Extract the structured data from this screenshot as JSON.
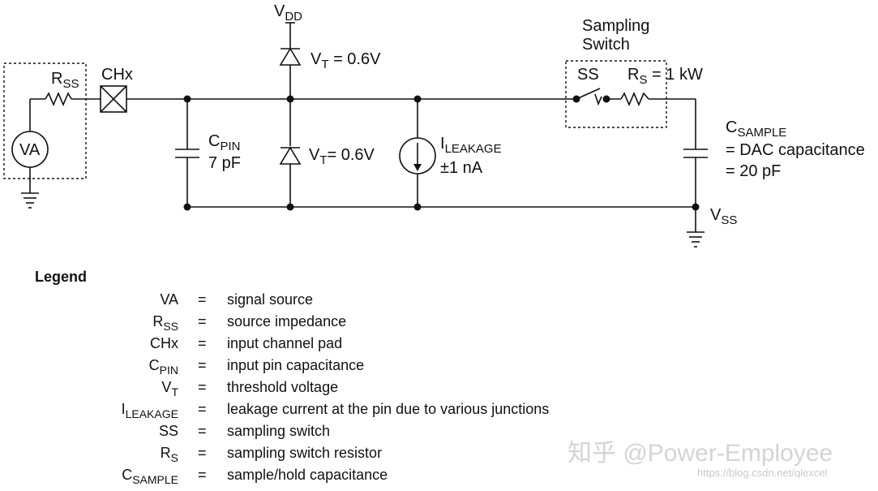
{
  "labels": {
    "vdd_main": "V",
    "vdd_sub": "DD",
    "vt_top_main": "V",
    "vt_top_sub": "T",
    "vt_top_rest": " = 0.6V",
    "vt_bot_main": "V",
    "vt_bot_sub": "T",
    "vt_bot_rest": "= 0.6V",
    "sampling_line1": "Sampling",
    "sampling_line2": "Switch",
    "ss": "SS",
    "rs_main": "R",
    "rs_sub": "S",
    "rs_rest": " = 1 kW",
    "rss_main": "R",
    "rss_sub": "SS",
    "chx": "CHx",
    "va": "VA",
    "cpin_main": "C",
    "cpin_sub": "PIN",
    "cpin_value": "7 pF",
    "ileak_main": "I",
    "ileak_sub": "LEAKAGE",
    "ileak_value": "±1 nA",
    "csample_main": "C",
    "csample_sub": "SAMPLE",
    "csample_line2": "= DAC capacitance",
    "csample_line3": "= 20 pF",
    "vss_main": "V",
    "vss_sub": "SS"
  },
  "legend": {
    "title": "Legend",
    "rows": [
      {
        "main": "VA",
        "sub": "",
        "eq": "=",
        "desc": "signal source"
      },
      {
        "main": "R",
        "sub": "SS",
        "eq": "=",
        "desc": "source impedance"
      },
      {
        "main": "CHx",
        "sub": "",
        "eq": "=",
        "desc": "input channel pad"
      },
      {
        "main": "C",
        "sub": "PIN",
        "eq": "=",
        "desc": "input pin capacitance"
      },
      {
        "main": "V",
        "sub": "T",
        "eq": "=",
        "desc": "threshold voltage"
      },
      {
        "main": "I",
        "sub": "LEAKAGE",
        "eq": "=",
        "desc": "leakage current at the pin due to various junctions"
      },
      {
        "main": "SS",
        "sub": "",
        "eq": "=",
        "desc": "sampling switch"
      },
      {
        "main": "R",
        "sub": "S",
        "eq": "=",
        "desc": "sampling switch resistor"
      },
      {
        "main": "C",
        "sub": "SAMPLE",
        "eq": "=",
        "desc": "sample/hold capacitance"
      }
    ]
  },
  "watermark": {
    "text": "知乎 @Power-Employee",
    "url": "https://blog.csdn.net/qlexcel"
  }
}
